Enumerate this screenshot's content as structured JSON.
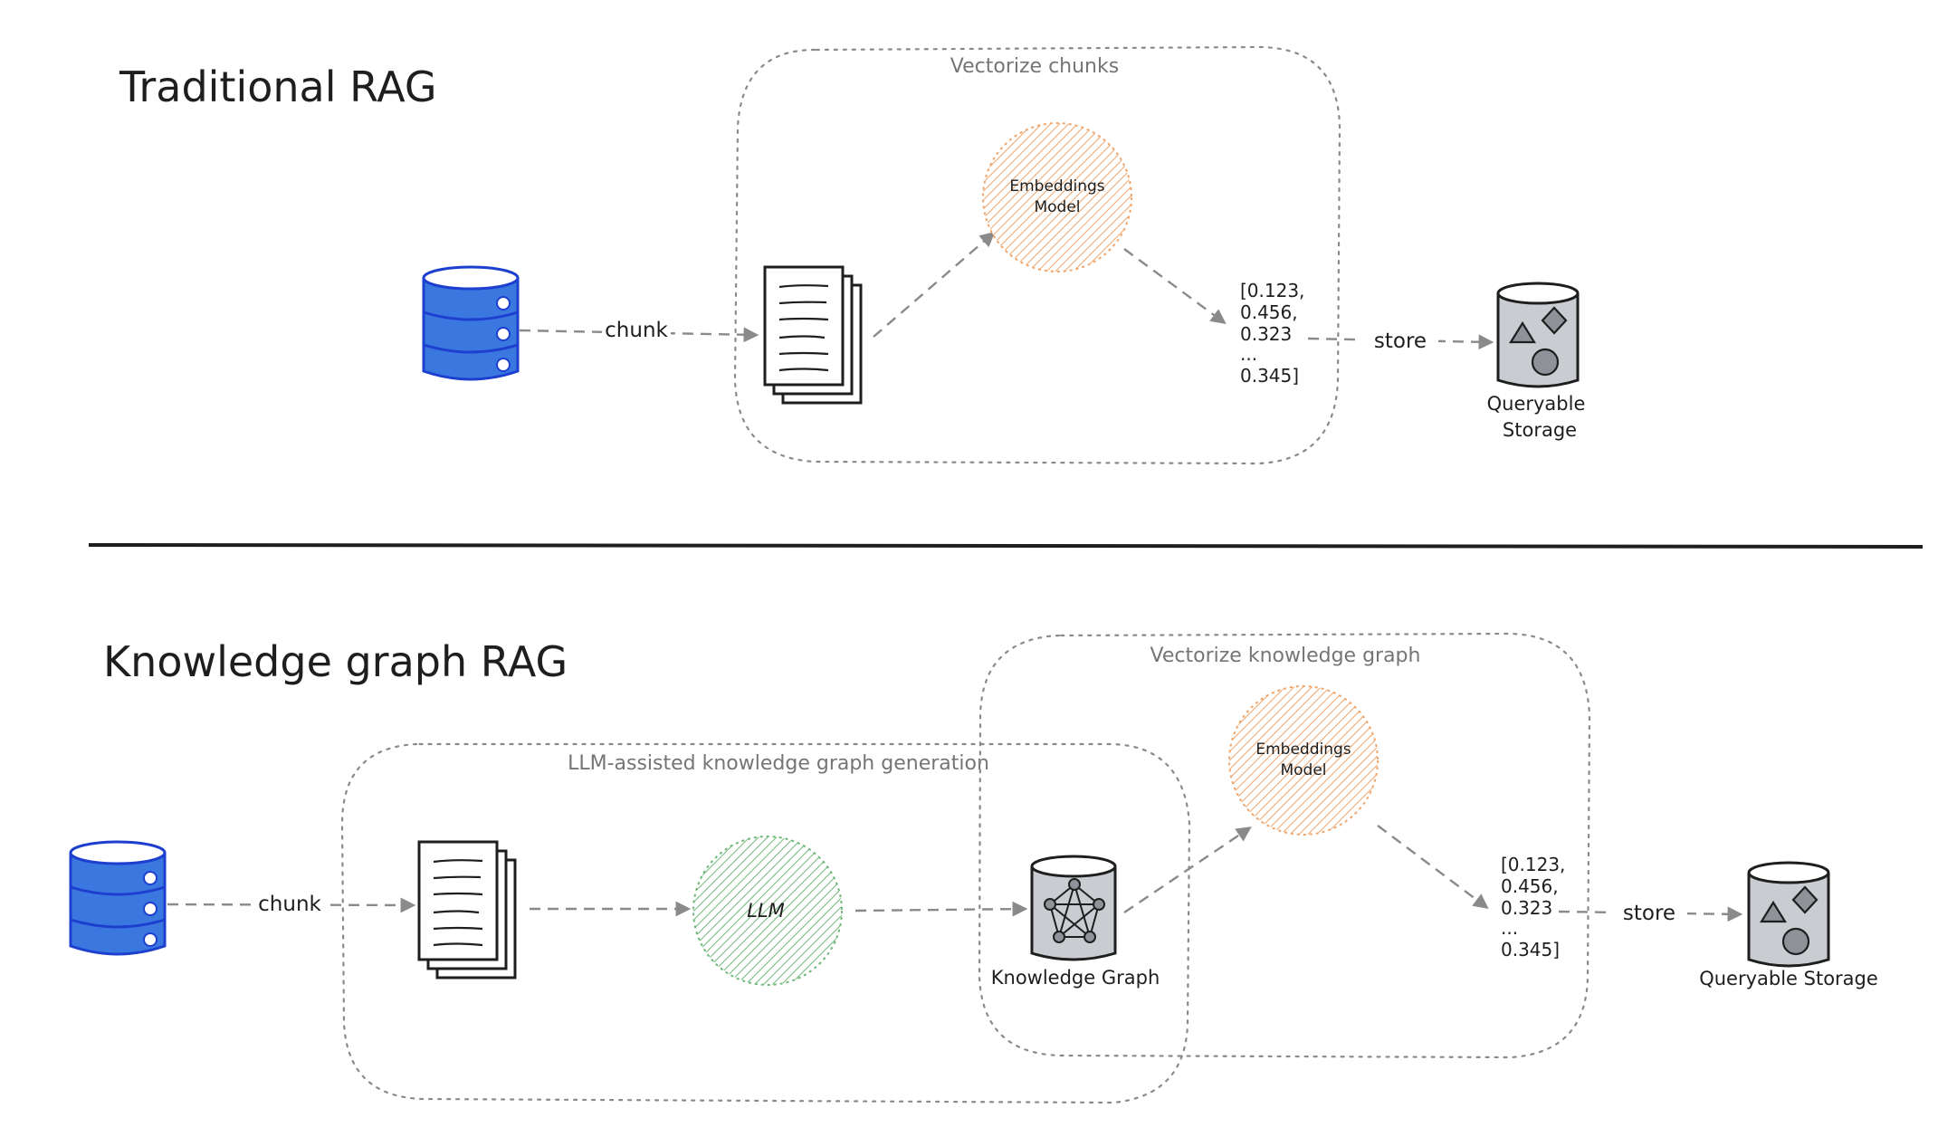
{
  "sections": {
    "traditional": {
      "title": "Traditional RAG",
      "group_label": "Vectorize chunks",
      "chunk_label": "chunk",
      "model_label_line1": "Embeddings",
      "model_label_line2": "Model",
      "vector_lines": [
        "[0.123,",
        "0.456,",
        "0.323",
        "...",
        "0.345]"
      ],
      "store_label": "store",
      "storage_label_line1": "Queryable",
      "storage_label_line2": "Storage"
    },
    "knowledge_graph": {
      "title": "Knowledge graph RAG",
      "group_label_llm": "LLM-assisted knowledge graph generation",
      "group_label_vector": "Vectorize knowledge graph",
      "chunk_label": "chunk",
      "llm_label": "LLM",
      "kg_label": "Knowledge Graph",
      "model_label_line1": "Embeddings",
      "model_label_line2": "Model",
      "vector_lines": [
        "[0.123,",
        "0.456,",
        "0.323",
        "...",
        "0.345]"
      ],
      "store_label": "store",
      "storage_label": "Queryable Storage"
    }
  },
  "colors": {
    "database": "#3a78e0",
    "database_stroke": "#1d3fcf",
    "embeddings_hatch": "#f0a56b",
    "llm_hatch": "#6fb87a",
    "storage_fill": "#c9ccd1",
    "divider": "#1e1e1e",
    "dashed": "#8a8a8a"
  },
  "icons": [
    "database-icon",
    "documents-icon",
    "embeddings-model-icon",
    "llm-icon",
    "knowledge-graph-icon",
    "queryable-storage-icon"
  ]
}
